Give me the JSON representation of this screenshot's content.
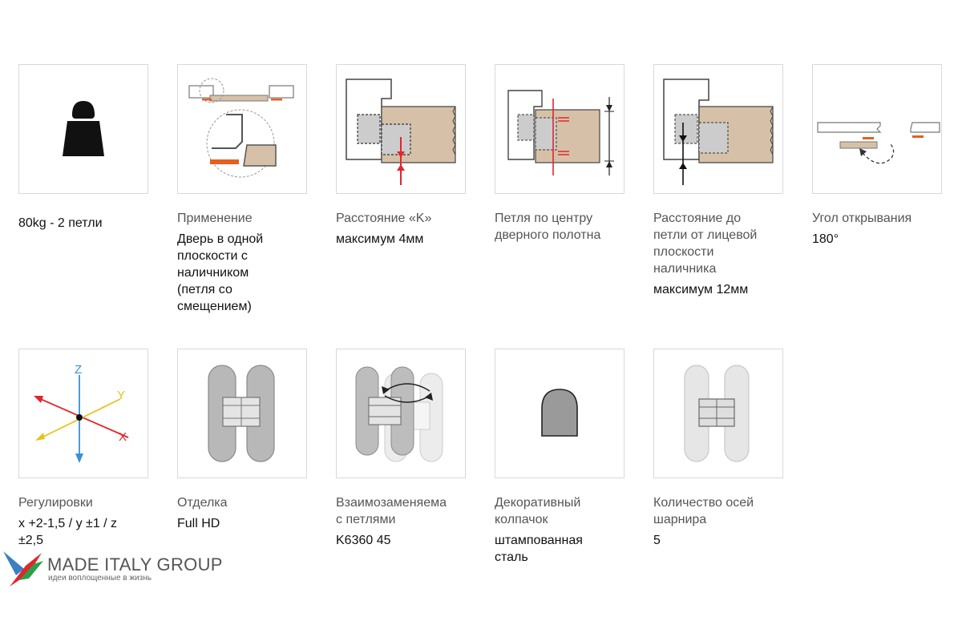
{
  "cards": [
    {
      "label": "",
      "value": "80kg - 2 петли",
      "icon": "weight-icon"
    },
    {
      "label": "Применение",
      "value": "Дверь в одной\nплоскости с\nналичником\n(петля со\nсмещением)",
      "icon": "door-flush-icon"
    },
    {
      "label": "Расстояние «K»",
      "value": "максимум 4мм",
      "icon": "distance-k-icon"
    },
    {
      "label": "Петля по центру\nдверного полотна",
      "value": "",
      "icon": "center-hinge-icon"
    },
    {
      "label": "Расстояние до\nпетли от лицевой\nплоскости\nналичника",
      "value": "максимум 12мм",
      "icon": "distance-face-icon"
    },
    {
      "label": "Угол открывания",
      "value": "180°",
      "icon": "opening-angle-icon"
    },
    {
      "label": "Регулировки",
      "value": "x +2-1,5 / y ±1 / z\n±2,5",
      "icon": "adjust-axes-icon"
    },
    {
      "label": "Отделка",
      "value": "Full HD",
      "icon": "finish-hinge-icon"
    },
    {
      "label": "Взаимозаменяема\nс петлями",
      "value": "K6360 45",
      "icon": "interchange-icon"
    },
    {
      "label": "Декоративный\nколпачок",
      "value": "штампованная\nсталь",
      "icon": "cap-icon"
    },
    {
      "label": "Количество осей\nшарнира",
      "value": "5",
      "icon": "axes-count-icon"
    }
  ],
  "axes": {
    "z": "Z",
    "y": "Y",
    "x": "X"
  },
  "logo": {
    "name": "MADE ITALY GROUP",
    "tagline": "идеи воплощенные в жизнь"
  },
  "colors": {
    "wood": "#d6c1a8",
    "accent_red": "#e1262d",
    "accent_orange": "#e65f1e",
    "yellow": "#e8c21c",
    "blue": "#3a8fd8"
  }
}
